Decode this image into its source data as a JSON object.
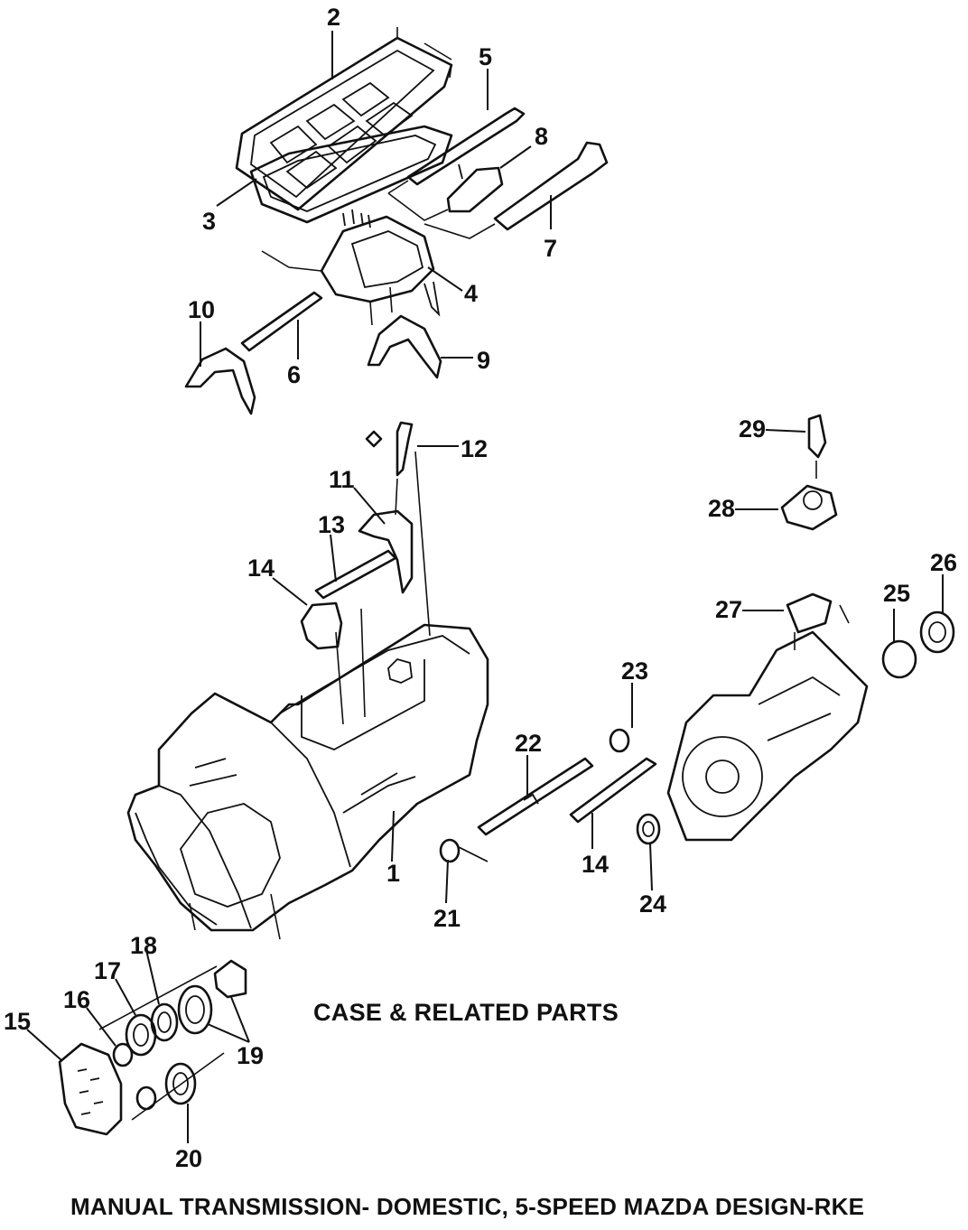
{
  "diagram": {
    "section_caption": "CASE & RELATED PARTS",
    "page_title": "MANUAL TRANSMISSION- DOMESTIC, 5-SPEED MAZDA DESIGN-RKE",
    "callouts": [
      "1",
      "2",
      "3",
      "4",
      "5",
      "6",
      "7",
      "8",
      "9",
      "10",
      "11",
      "12",
      "13",
      "14",
      "14",
      "15",
      "16",
      "17",
      "18",
      "19",
      "20",
      "21",
      "22",
      "23",
      "24",
      "25",
      "26",
      "27",
      "28",
      "29"
    ]
  }
}
